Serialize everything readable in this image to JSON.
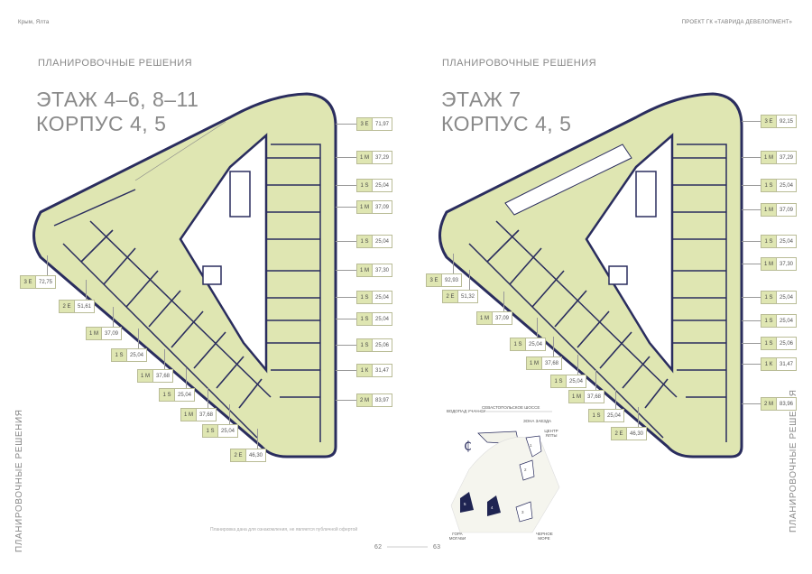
{
  "header": {
    "location": "Крым, Ялта",
    "project": "ПРОЕКТ ГК «ТАВРИДА ДЕВЕЛОПМЕНТ»"
  },
  "left_page": {
    "section": "ПЛАНИРОВОЧНЫЕ РЕШЕНИЯ",
    "title_line1": "ЭТАЖ 4–6, 8–11",
    "title_line2": "КОРПУС 4, 5",
    "side_label": "ПЛАНИРОВОЧНЫЕ РЕШЕНИЯ",
    "apartments": [
      {
        "type": "3 Е",
        "area": "71,97"
      },
      {
        "type": "1 М",
        "area": "37,29"
      },
      {
        "type": "1 S",
        "area": "25,04"
      },
      {
        "type": "1 М",
        "area": "37,09"
      },
      {
        "type": "1 S",
        "area": "25,04"
      },
      {
        "type": "1 М",
        "area": "37,30"
      },
      {
        "type": "1 S",
        "area": "25,04"
      },
      {
        "type": "1 S",
        "area": "25,04"
      },
      {
        "type": "1 S",
        "area": "25,06"
      },
      {
        "type": "1 К",
        "area": "31,47"
      },
      {
        "type": "2 М",
        "area": "83,97"
      },
      {
        "type": "3 Е",
        "area": "72,75"
      },
      {
        "type": "2 Е",
        "area": "51,61"
      },
      {
        "type": "1 М",
        "area": "37,09"
      },
      {
        "type": "1 S",
        "area": "25,04"
      },
      {
        "type": "1 М",
        "area": "37,68"
      },
      {
        "type": "1 S",
        "area": "25,04"
      },
      {
        "type": "1 М",
        "area": "37,68"
      },
      {
        "type": "1 S",
        "area": "25,04"
      },
      {
        "type": "2 Е",
        "area": "46,30"
      }
    ],
    "disclaimer": "Планировка дана для ознакомления, не является публичной офертой",
    "page_number": "62"
  },
  "right_page": {
    "section": "ПЛАНИРОВОЧНЫЕ РЕШЕНИЯ",
    "title_line1": "ЭТАЖ 7",
    "title_line2": "КОРПУС 4, 5",
    "side_label": "ПЛАНИРОВОЧНЫЕ РЕШЕНИЯ",
    "apartments": [
      {
        "type": "3 Е",
        "area": "92,15"
      },
      {
        "type": "1 М",
        "area": "37,29"
      },
      {
        "type": "1 S",
        "area": "25,04"
      },
      {
        "type": "1 М",
        "area": "37,09"
      },
      {
        "type": "1 S",
        "area": "25,04"
      },
      {
        "type": "1 М",
        "area": "37,30"
      },
      {
        "type": "1 S",
        "area": "25,04"
      },
      {
        "type": "1 S",
        "area": "25,04"
      },
      {
        "type": "1 S",
        "area": "25,06"
      },
      {
        "type": "1 К",
        "area": "31,47"
      },
      {
        "type": "2 М",
        "area": "83,96"
      },
      {
        "type": "3 Е",
        "area": "92,93"
      },
      {
        "type": "2 Е",
        "area": "51,32"
      },
      {
        "type": "1 М",
        "area": "37,09"
      },
      {
        "type": "1 S",
        "area": "25,04"
      },
      {
        "type": "1 М",
        "area": "37,68"
      },
      {
        "type": "1 S",
        "area": "25,04"
      },
      {
        "type": "1 М",
        "area": "37,68"
      },
      {
        "type": "1 S",
        "area": "25,04"
      },
      {
        "type": "2 Е",
        "area": "46,30"
      }
    ],
    "map": {
      "waterfall": "ВОДОПАД УЧАН-СУ",
      "highway": "СЕВАСТОПОЛЬСКОЕ ШОССЕ",
      "entry": "ЗОНА ЗАЕЗДА",
      "center": "ЦЕНТР ЯЛТЫ",
      "mountain": "ГОРА МОГАБИ",
      "sea": "ЧЕРНОЕ МОРЕ",
      "buildings": [
        "1",
        "2",
        "3",
        "4",
        "5"
      ]
    },
    "page_number": "63"
  },
  "colors": {
    "plan_fill": "#dfe6b2",
    "plan_wall": "#2a2d5e",
    "highlight": "#1f2452"
  }
}
